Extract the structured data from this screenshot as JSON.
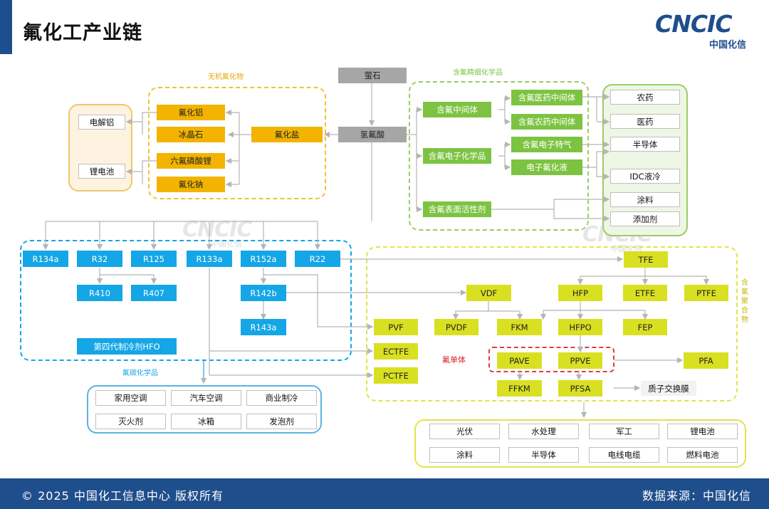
{
  "header": {
    "title": "氟化工产业链"
  },
  "logo": {
    "text": "CNCIC",
    "sub": "中国化信"
  },
  "footer": {
    "copyright": "© 2025 中国化工信息中心 版权所有",
    "source": "数据来源：中国化信"
  },
  "groups": {
    "inorganic": "无机氟化物",
    "fine": "含氟精细化学品",
    "fluorocarbon": "氟碳化学品",
    "polymer": "含氟聚合物",
    "monomer": "氟单体"
  },
  "nodes": {
    "yingshi": "萤石",
    "qingfusuan": "氢氟酸",
    "fuhuayan": "氟化盐",
    "fuhualv": "氟化铝",
    "bingjingshi": "冰晶石",
    "liufulinsuanli": "六氟磷酸锂",
    "fuhuana": "氟化钠",
    "dianjielv": "电解铝",
    "lidianchi": "锂电池",
    "zhongjianti": "含氟中间体",
    "dianzihuaxue": "含氟电子化学品",
    "biaomianhuoxing": "含氟表面活性剂",
    "yiyaozhongjianti": "含氟医药中间体",
    "nongyaozhongjianti": "含氟农药中间体",
    "dianzitqi": "含氟电子特气",
    "dianzifuhuaye": "电子氟化液",
    "nongyao": "农药",
    "yiyao": "医药",
    "bandaoti": "半导体",
    "idc": "IDC液冷",
    "tuliao": "涂料",
    "tianjiaji": "添加剂",
    "r134a": "R134a",
    "r32": "R32",
    "r125": "R125",
    "r133a": "R133a",
    "r152a": "R152a",
    "r22": "R22",
    "r410": "R410",
    "r407": "R407",
    "r142b": "R142b",
    "r143a": "R143a",
    "hfo": "第四代制冷剂HFO",
    "tfe": "TFE",
    "vdf": "VDF",
    "hfp": "HFP",
    "etfe": "ETFE",
    "ptfe": "PTFE",
    "pvf": "PVF",
    "pvdf": "PVDF",
    "fkm": "FKM",
    "hfpo": "HFPO",
    "fep": "FEP",
    "ectfe": "ECTFE",
    "pctfe": "PCTFE",
    "pave": "PAVE",
    "ppve": "PPVE",
    "pfa": "PFA",
    "ffkm": "FFKM",
    "pfsa": "PFSA",
    "zhizijiaohuanmo": "质子交换膜"
  },
  "fluorocarbon_apps": [
    "家用空调",
    "汽车空调",
    "商业制冷",
    "灭火剂",
    "冰箱",
    "发泡剂"
  ],
  "polymer_apps": [
    "光伏",
    "水处理",
    "军工",
    "锂电池",
    "涂料",
    "半导体",
    "电线电缆",
    "燃料电池"
  ],
  "colors": {
    "brand": "#1f4e8c",
    "gray": "#a6a6a6",
    "orange": "#f2b400",
    "green": "#7dc342",
    "blue": "#14a6e6",
    "yellow": "#d9e021",
    "monomer_label": "#d9232d"
  }
}
